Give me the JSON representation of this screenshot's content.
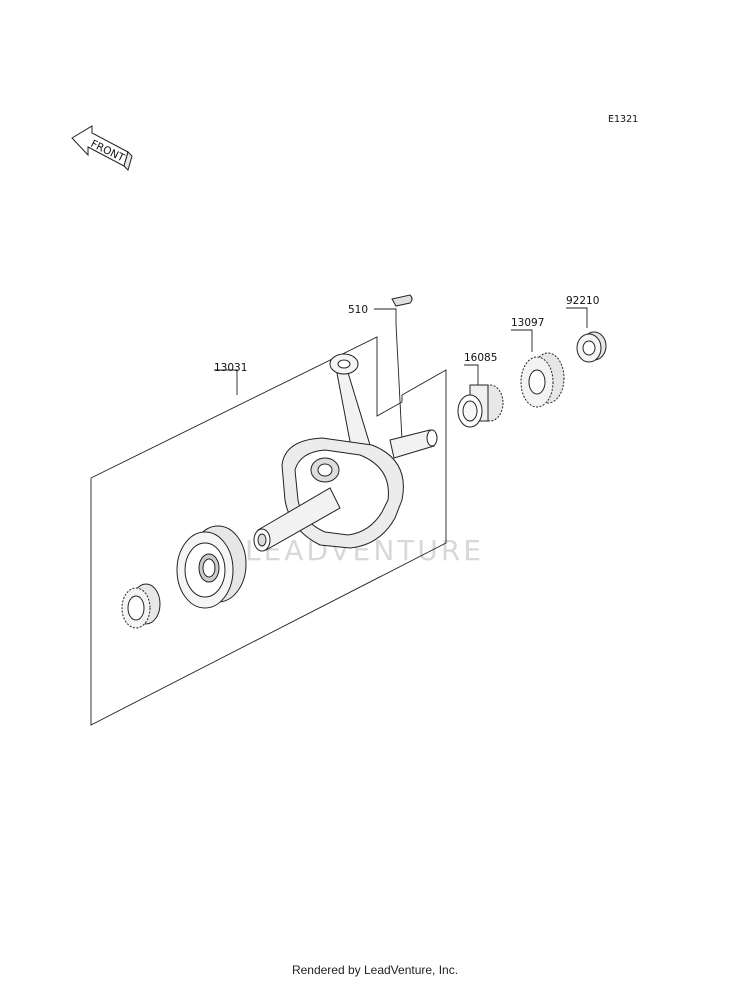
{
  "diagram": {
    "code": "E1321",
    "front_label": "FRONT",
    "watermark": "LEADVENTURE",
    "parts": [
      {
        "id": "510"
      },
      {
        "id": "13031"
      },
      {
        "id": "16085"
      },
      {
        "id": "13097"
      },
      {
        "id": "92210"
      }
    ]
  },
  "footer": "Rendered by LeadVenture, Inc."
}
